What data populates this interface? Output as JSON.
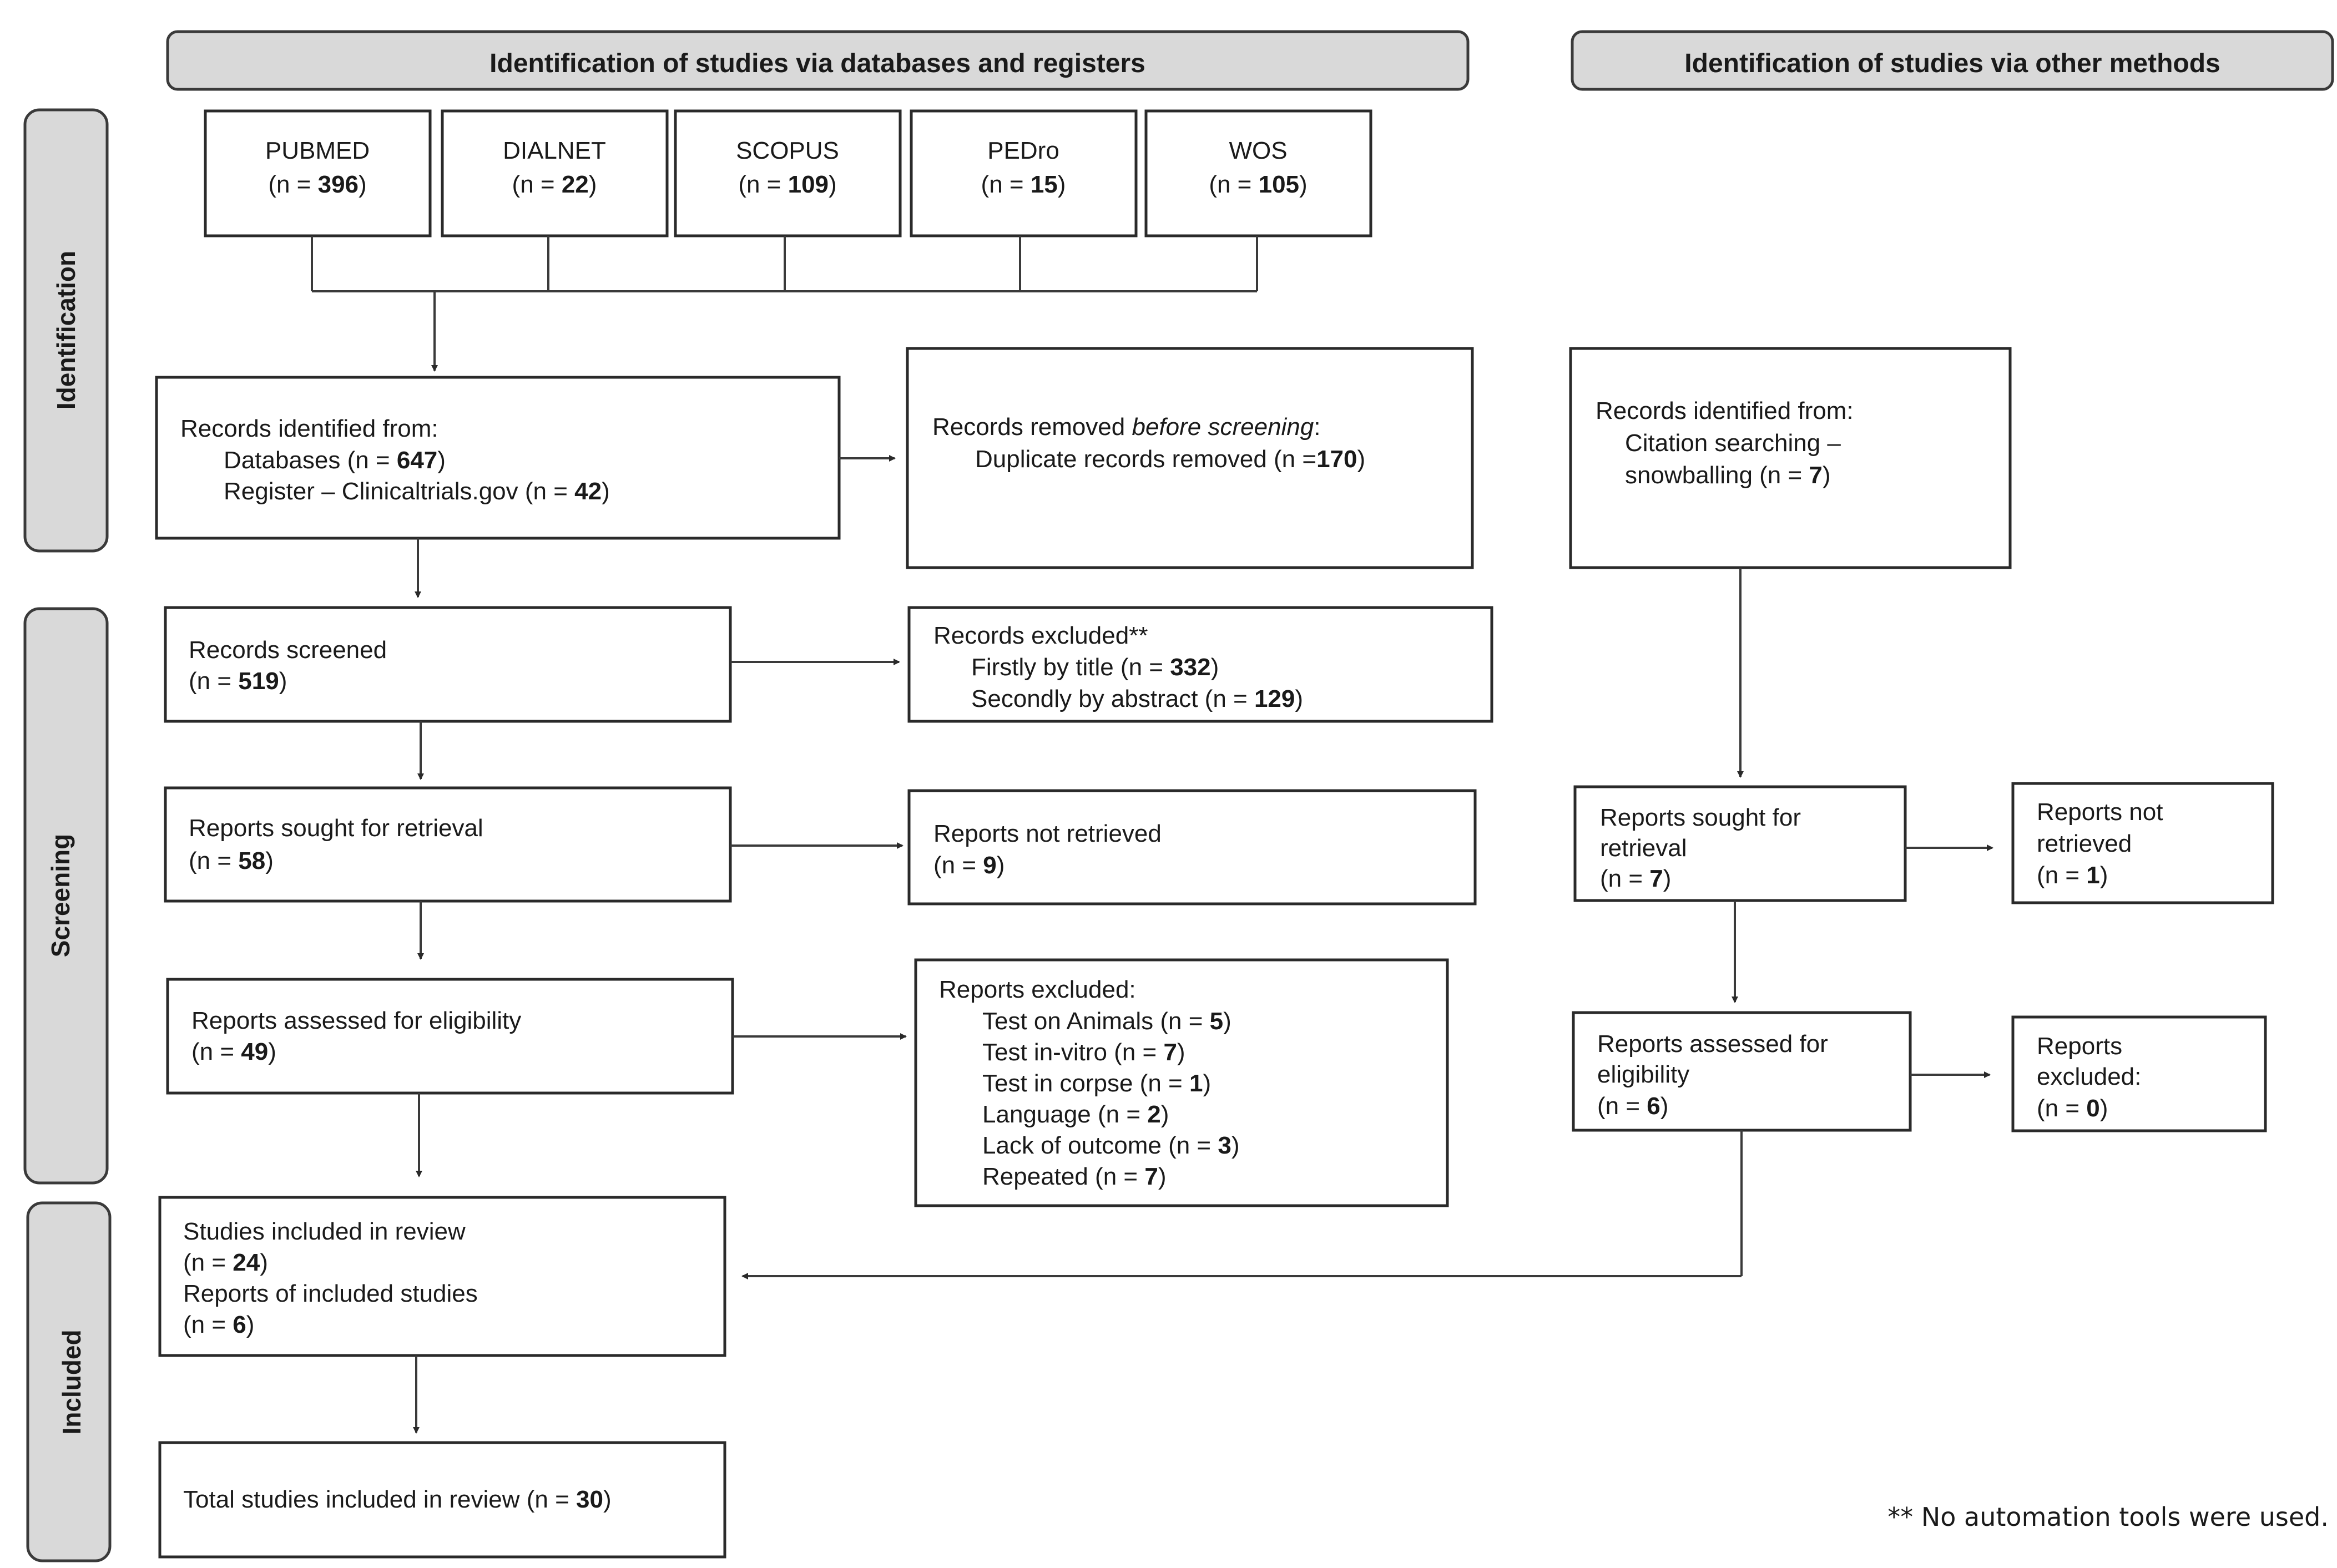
{
  "headers": {
    "left": "Identification of studies via databases and registers",
    "right": "Identification of studies via other methods"
  },
  "phases": {
    "identification": "Identification",
    "screening": "Screening",
    "included": "Included"
  },
  "databases": [
    {
      "name": "PUBMED",
      "n": "396"
    },
    {
      "name": "DIALNET",
      "n": "22"
    },
    {
      "name": "SCOPUS",
      "n": "109"
    },
    {
      "name": "PEDro",
      "n": "15"
    },
    {
      "name": "WOS",
      "n": "105"
    }
  ],
  "records_identified": {
    "title": "Records identified from:",
    "databases_label": "Databases (n = ",
    "databases_n": "647",
    "register_label": "Register – Clinicaltrials.gov (n = ",
    "register_n": "42"
  },
  "records_removed": {
    "title_prefix": "Records removed ",
    "title_italic": "before screening",
    "title_suffix": ":",
    "line1_label": "Duplicate records removed (n =",
    "line1_n": "170"
  },
  "records_screened": {
    "title": "Records screened",
    "n": "519"
  },
  "records_excluded": {
    "title": "Records excluded**",
    "line1_label": "Firstly by title (n = ",
    "line1_n": "332",
    "line2_label": "Secondly by abstract (n = ",
    "line2_n": "129"
  },
  "reports_sought": {
    "title": "Reports sought for retrieval",
    "n": "58"
  },
  "reports_not_retrieved": {
    "title": "Reports not retrieved",
    "n": "9"
  },
  "reports_assessed": {
    "title": "Reports assessed for eligibility",
    "n": "49"
  },
  "reports_excluded": {
    "title": "Reports excluded:",
    "items": [
      {
        "label": "Test on Animals (n = ",
        "n": "5"
      },
      {
        "label": "Test in-vitro (n = ",
        "n": "7"
      },
      {
        "label": "Test in corpse (n = ",
        "n": "1"
      },
      {
        "label": "Language (n = ",
        "n": "2"
      },
      {
        "label": "Lack of outcome (n = ",
        "n": "3"
      },
      {
        "label": "Repeated (n = ",
        "n": "7"
      }
    ]
  },
  "studies_included": {
    "line1": "Studies included in review",
    "n1": "24",
    "line2": "Reports of included studies",
    "n2": "6"
  },
  "total_included": {
    "label": "Total studies included in review (n = ",
    "n": "30"
  },
  "other_identified": {
    "title": "Records identified from:",
    "line1": "Citation searching –",
    "line2_label": "snowballing (n = ",
    "line2_n": "7"
  },
  "other_sought": {
    "line1": "Reports sought for",
    "line2": "retrieval",
    "n": "7"
  },
  "other_not_retrieved": {
    "line1": "Reports not",
    "line2": "retrieved",
    "n": "1"
  },
  "other_assessed": {
    "line1": "Reports assessed for",
    "line2": "eligibility",
    "n": "6"
  },
  "other_excluded": {
    "line1": "Reports",
    "line2": "excluded:",
    "n": "0"
  },
  "footnote": "** No automation tools were used."
}
